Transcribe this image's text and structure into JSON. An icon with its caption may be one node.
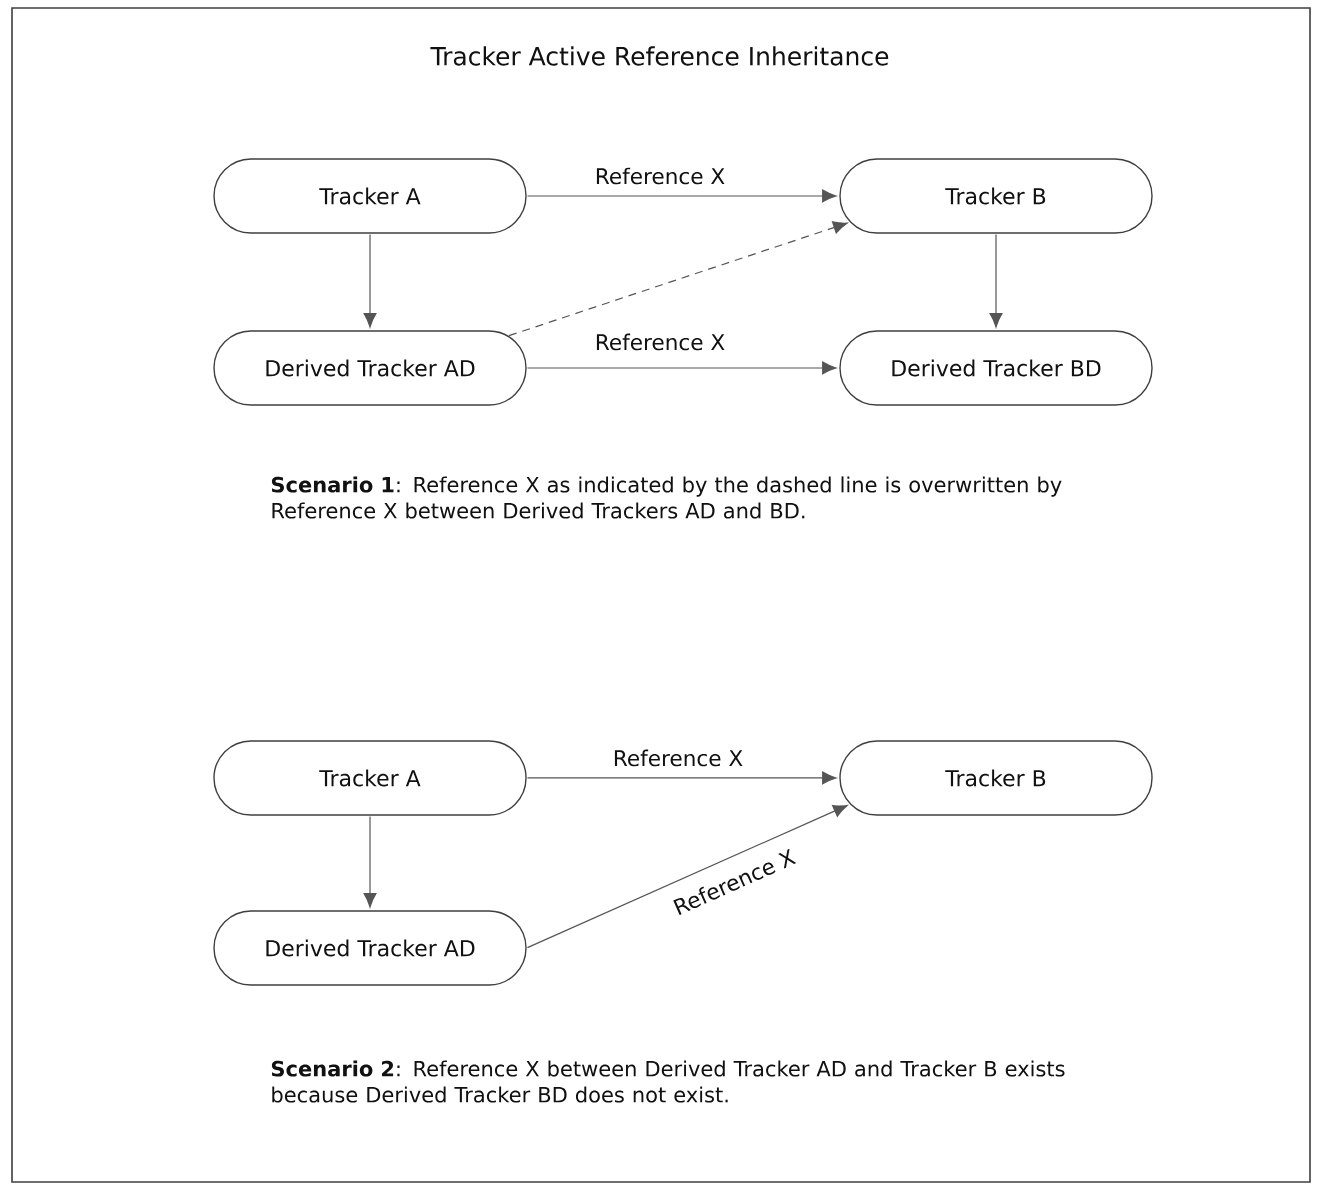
{
  "diagram": {
    "title": "Tracker Active Reference Inheritance",
    "nodes": [
      {
        "text": [
          "Tracker A"
        ]
      },
      {
        "text": [
          "Tracker B"
        ]
      },
      {
        "text": [
          "Derived Tracker AD"
        ]
      },
      {
        "text": [
          "Derived Tracker BD"
        ]
      },
      {
        "text": [
          "Tracker A"
        ]
      },
      {
        "text": [
          "Tracker B"
        ]
      },
      {
        "text": [
          "Derived Tracker AD"
        ]
      }
    ],
    "edges": [
      {
        "from": 0,
        "to": 1,
        "arrow": "to",
        "label": "Reference X"
      },
      {
        "from": 0,
        "to": 2,
        "arrow": "to"
      },
      {
        "from": 1,
        "to": 3,
        "arrow": "to"
      },
      {
        "from": 2,
        "to": 1,
        "arrow": "to",
        "style": "dashed"
      },
      {
        "from": 2,
        "to": 3,
        "arrow": "to",
        "label": "Reference X"
      },
      {
        "from": 4,
        "to": 5,
        "arrow": "to",
        "label": "Reference X"
      },
      {
        "from": 4,
        "to": 6,
        "arrow": "to"
      },
      {
        "from": 6,
        "to": 5,
        "arrow": "to",
        "label": "Reference X"
      }
    ],
    "labels": [
      "**Scenario 1**: Reference X as indicated by the dashed line is overwritten by Reference X between Derived Trackers AD and BD.",
      "**Scenario 2**: Reference X between Derived Tracker AD and Tracker B exists because Derived Tracker BD does not exist."
    ]
  }
}
